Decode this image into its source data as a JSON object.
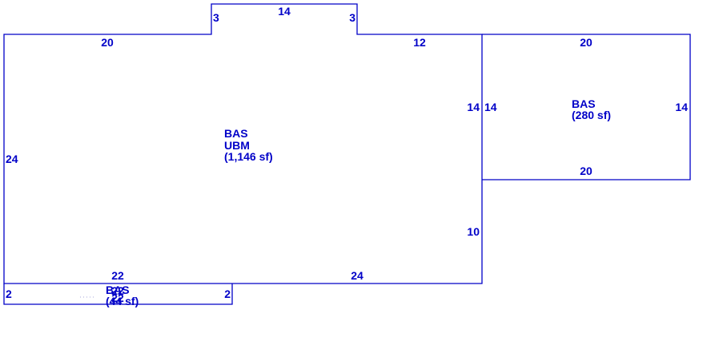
{
  "colors": {
    "line": "#0000c8",
    "text": "#0000c8",
    "background": "#ffffff"
  },
  "areas": [
    {
      "id": "main",
      "codes": [
        "BAS",
        "UBM"
      ],
      "area_text": "(1,146 sf)",
      "dimensions": {
        "top_left": "20",
        "bump_left": "3",
        "bump_top": "14",
        "bump_right": "3",
        "top_right": "12",
        "left": "24",
        "right_upper": "14",
        "right_lower": "10",
        "bottom_left": "22",
        "bottom_right": "24"
      }
    },
    {
      "id": "east-addition",
      "codes": [
        "BAS"
      ],
      "area_text": "(280 sf)",
      "dimensions": {
        "top": "20",
        "left": "14",
        "right": "14",
        "bottom": "20"
      }
    },
    {
      "id": "porch",
      "codes": [
        "BAS"
      ],
      "area_text": "(44 sf)",
      "dimensions": {
        "top": "22",
        "left": "2",
        "right": "2",
        "bottom": "22"
      }
    }
  ]
}
